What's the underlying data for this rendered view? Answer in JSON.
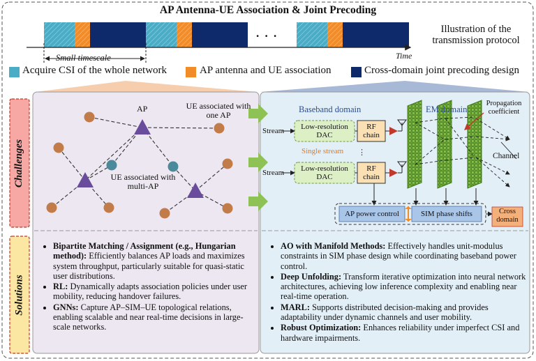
{
  "title": "AP Antenna-UE Association & Joint Precoding",
  "protocol": {
    "illustration_label": "Illustration of the transmission protocol",
    "time_label": "Time",
    "small_timescale_label": "Small timescale",
    "ellipsis": ". . ."
  },
  "legend": [
    {
      "label": "Acquire CSI of the whole network",
      "color": "#4bacc6"
    },
    {
      "label": "AP antenna and UE association",
      "color": "#f28c28"
    },
    {
      "label": "Cross-domain joint precoding design",
      "color": "#0e2a6b"
    }
  ],
  "side_labels": {
    "challenges": "Challenges",
    "solutions": "Solutions"
  },
  "network": {
    "ap_label": "AP",
    "ue_one_ap_label": "UE associated with one AP",
    "ue_multi_ap_label": "UE associated with multi-AP",
    "ap_color": "#6a4c9c",
    "ue_color": "#c27c4a",
    "multi_ue_color": "#4a8a9a"
  },
  "transmitter": {
    "baseband_label": "Baseband domain",
    "em_label": "EM domain",
    "propagation_label": "Propagation coefficient",
    "stream_label_1": "Stream",
    "stream_label_2": "Stream",
    "dac_label_1": "Low-resolution DAC",
    "dac_label_2": "Low-resolution DAC",
    "rf_label_1": "RF chain",
    "rf_label_2": "RF chain",
    "single_stream_label": "Single stream",
    "channel_label": "Channel",
    "ap_power_label": "AP power control",
    "sim_phase_label": "SIM phase shifts",
    "cross_domain_label": "Cross domain"
  },
  "solutions_left": [
    {
      "title": "Bipartite Matching / Assignment (e.g., Hungarian method):",
      "text": " Efficiently balances AP loads and maximizes system throughput,  particularly suitable for quasi-static user distributions."
    },
    {
      "title": "RL:",
      "text": " Dynamically adapts association policies under user mobility, reducing handover failures."
    },
    {
      "title": "GNNs:",
      "text": " Capture AP–SIM–UE topological relations, enabling scalable and near real-time decisions in large-scale networks."
    }
  ],
  "solutions_right": [
    {
      "title": "AO with Manifold Methods:",
      "text": " Effectively handles unit-modulus constraints in SIM phase design while coordinating baseband power control."
    },
    {
      "title": "Deep Unfolding:",
      "text": " Transform iterative optimization into neural network architectures, achieving low inference complexity and enabling near real-time operation."
    },
    {
      "title": "MARL:",
      "text": " Supports distributed decision-making and provides adaptability under dynamic channels and user mobility."
    },
    {
      "title": "Robust Optimization:",
      "text": " Enhances reliability under imperfect CSI and hardware impairments."
    }
  ]
}
